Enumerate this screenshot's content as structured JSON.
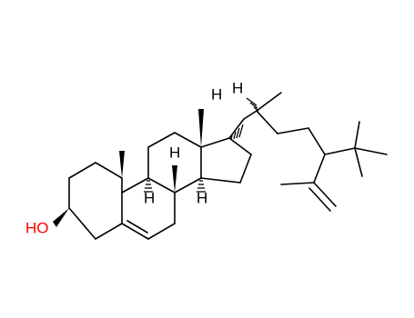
{
  "atoms": {
    "oxygen": {
      "text": "HO",
      "color": "#ff0000"
    },
    "h_c20": {
      "text": "H",
      "color": "#000000"
    },
    "h_c17": {
      "text": "H",
      "color": "#000000"
    },
    "h_c8": {
      "text": "H",
      "color": "#000000"
    },
    "h_c9": {
      "text": "H",
      "color": "#000000"
    },
    "h_c14": {
      "text": "H",
      "color": "#000000"
    }
  },
  "colors": {
    "bond": "#000000",
    "background": "#ffffff"
  }
}
